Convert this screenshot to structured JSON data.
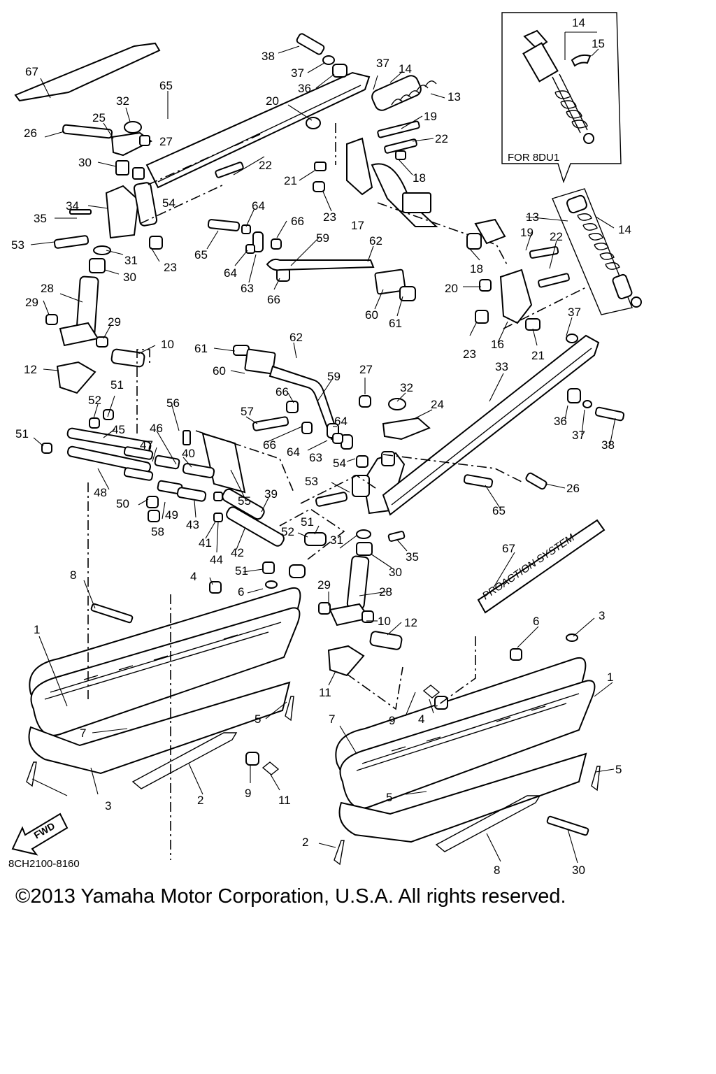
{
  "copyright": "©2013 Yamaha Motor Corporation, U.S.A. All rights reserved.",
  "drawing_code": "8CH2100-8160",
  "fwd_label": "FWD",
  "inset": {
    "caption": "FOR 8DU1",
    "labels": [
      "14",
      "15"
    ]
  },
  "decal_text": "PROACTION SYSTEM",
  "callouts": [
    "67",
    "65",
    "32",
    "25",
    "26",
    "27",
    "30",
    "34",
    "35",
    "53",
    "54",
    "31",
    "23",
    "28",
    "29",
    "30",
    "29",
    "12",
    "10",
    "38",
    "37",
    "36",
    "20",
    "37",
    "14",
    "13",
    "19",
    "22",
    "21",
    "18",
    "23",
    "17",
    "22",
    "64",
    "66",
    "65",
    "64",
    "63",
    "59",
    "62",
    "66",
    "60",
    "61",
    "18",
    "13",
    "19",
    "22",
    "14",
    "20",
    "23",
    "16",
    "21",
    "37",
    "33",
    "61",
    "62",
    "60",
    "59",
    "27",
    "32",
    "24",
    "66",
    "64",
    "57",
    "66",
    "64",
    "63",
    "54",
    "56",
    "46",
    "47",
    "40",
    "51",
    "52",
    "51",
    "45",
    "48",
    "50",
    "49",
    "58",
    "43",
    "41",
    "44",
    "42",
    "39",
    "55",
    "52",
    "51",
    "53",
    "51",
    "6",
    "31",
    "35",
    "30",
    "36",
    "37",
    "38",
    "26",
    "65",
    "67",
    "4",
    "8",
    "1",
    "7",
    "5",
    "3",
    "2",
    "9",
    "11",
    "28",
    "29",
    "10",
    "12",
    "11",
    "9",
    "4",
    "6",
    "3",
    "1",
    "7",
    "5",
    "5",
    "2",
    "8",
    "30"
  ]
}
